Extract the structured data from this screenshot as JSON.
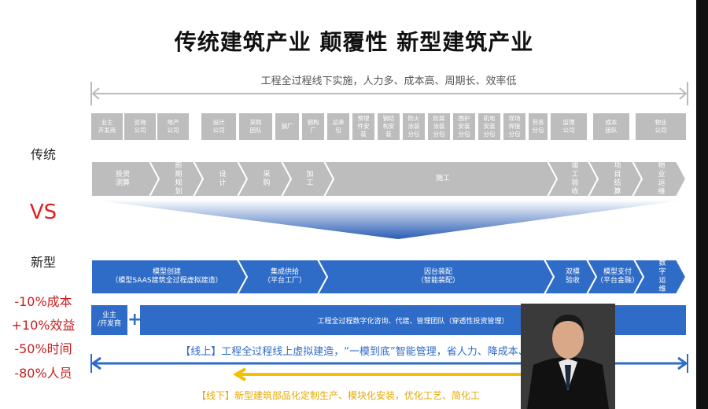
{
  "title": "传统建筑产业 颠覆性 新型建筑产业",
  "left_labels": {
    "traditional": "传统",
    "vs": "VS",
    "new": "新型",
    "metrics": [
      "-10%成本",
      "+10%效益",
      "-50%时间",
      "-80%人员"
    ]
  },
  "traditional": {
    "top_caption": "工程全过程线下实施，人力多、成本高、周期长、效率低",
    "participants": [
      "业主\n开发商",
      "咨询\n公司",
      "地产\n公司",
      "设计\n公司",
      "采购\n团队",
      "钢厂",
      "钢构\n厂",
      "总承\n包",
      "预埋\n件安\n装",
      "钢结\n构安\n装",
      "防火\n涂装\n分包",
      "防腐\n涂装\n分包",
      "围护\n安装\n分包",
      "机电\n安装\n分包",
      "现场\n焊接\n分包",
      "劳务\n分包",
      "监理\n公司",
      "成本\n团队",
      "物业\n公司"
    ],
    "phases": [
      "投资\n测算",
      "前\n期\n规\n划",
      "设\n计",
      "采\n购",
      "加\n工",
      "施工",
      "竣\n工\n验\n收",
      "项\n目\n结\n算",
      "物\n业\n运\n维"
    ]
  },
  "new_model": {
    "phases": [
      "模型创建\n（模型SAAS建筑全过程虚拟建造）",
      "集成供给\n（平台工厂）",
      "因台装配\n（智能装配）",
      "双模\n验收",
      "模型支付\n（平台金融）",
      "数\n字\n运\n维"
    ],
    "owner_box": "业主\n/开发商",
    "plus": "+",
    "service_bar": "工程全过程数字化咨询、代建、管理团队（穿透性投资管理）",
    "online_caption": "【线上】工程全过程线上虚拟建造，“一模到底”智能管理，省人力、降成本、时间短、品质好",
    "offline_caption": "【线下】新型建筑部品化定制生产、模块化安装，优化工艺、简化工"
  },
  "colors": {
    "accent_blue": "#2f6cc7",
    "gray": "#bdbdbd",
    "red": "#e02020",
    "yellow": "#f2c200"
  }
}
